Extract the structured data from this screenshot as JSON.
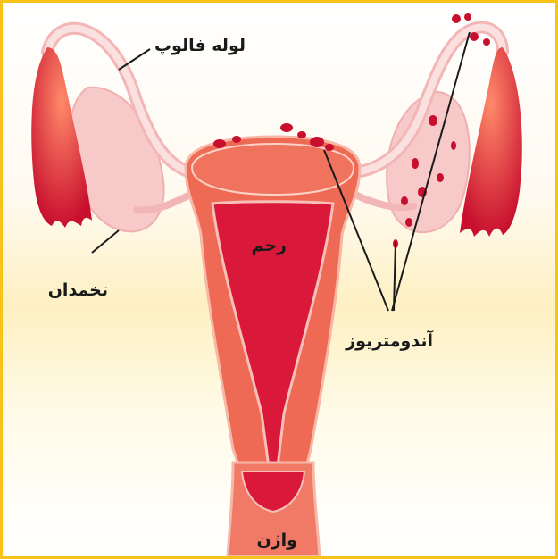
{
  "labels": {
    "fallopian_tube": "لوله فالوپ",
    "ovary": "تخمدان",
    "uterus": "رحم",
    "endometriosis": "آندومتریوز",
    "vagina": "واژن"
  },
  "colors": {
    "frame_border": "#f7c21a",
    "background_top": "#ffffff",
    "background_band": "#fdf1c4",
    "uterus_outer": "#ef6a55",
    "uterus_inner": "#d9183a",
    "ovary_fill": "#f8c9c9",
    "tube_outline": "#e8a0a0",
    "lesion": "#c8102e",
    "leader_line": "#1a1a1a"
  }
}
